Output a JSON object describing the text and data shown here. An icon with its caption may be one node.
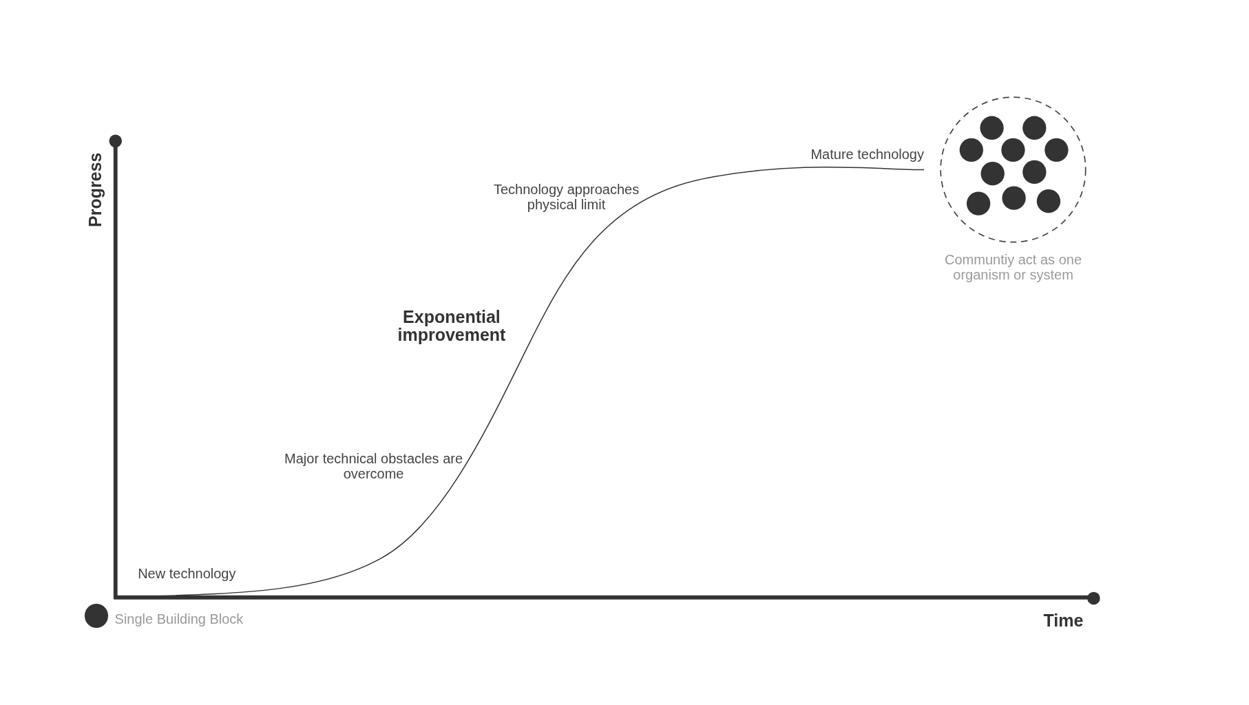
{
  "diagram": {
    "nodes": [
      {
        "text": [],
        "shape": "circle",
        "beside": [
          "Single Building Block"
        ]
      },
      {
        "text": [],
        "shape": "circle",
        "beside": [
          "Communtiy act as one organism or system"
        ]
      }
    ],
    "labels": [
      "Progress",
      "Technology approaches physical limit",
      "Mature technology",
      "Exponential improvement",
      "Major technical obstacles are overcome",
      "New technology",
      "Time"
    ]
  }
}
